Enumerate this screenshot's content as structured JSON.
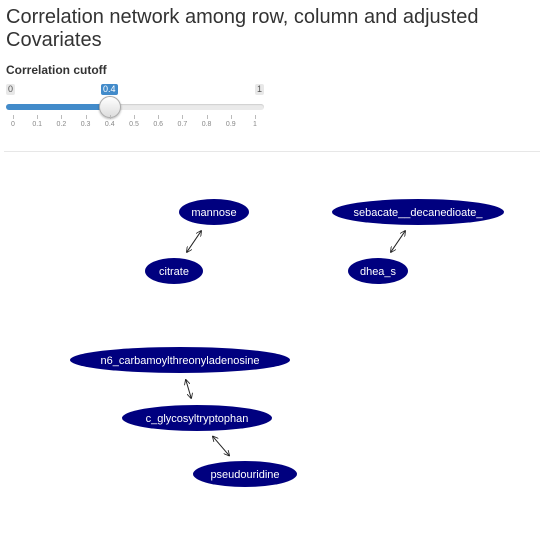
{
  "page": {
    "title": "Correlation network among row, column and adjusted Covariates"
  },
  "slider": {
    "label": "Correlation cutoff",
    "min": 0,
    "max": 1,
    "value": 0.4,
    "min_label": "0",
    "max_label": "1",
    "value_label": "0.4",
    "ticks": [
      "0",
      "0.1",
      "0.2",
      "0.3",
      "0.4",
      "0.5",
      "0.6",
      "0.7",
      "0.8",
      "0.9",
      "1"
    ],
    "accent_color": "#428bca"
  },
  "network": {
    "node_color": "#00007f",
    "label_color": "#ffffff",
    "nodes": [
      {
        "id": "mannose",
        "label": "mannose"
      },
      {
        "id": "citrate",
        "label": "citrate"
      },
      {
        "id": "sebacate",
        "label": "sebacate__decanedioate_"
      },
      {
        "id": "dhea_s",
        "label": "dhea_s"
      },
      {
        "id": "n6",
        "label": "n6_carbamoylthreonyladenosine"
      },
      {
        "id": "c_gly",
        "label": "c_glycosyltryptophan"
      },
      {
        "id": "pseudo",
        "label": "pseudouridine"
      }
    ],
    "edges": [
      {
        "source": "mannose",
        "target": "citrate"
      },
      {
        "source": "sebacate",
        "target": "dhea_s"
      },
      {
        "source": "n6",
        "target": "c_gly"
      },
      {
        "source": "c_gly",
        "target": "pseudo"
      }
    ]
  }
}
